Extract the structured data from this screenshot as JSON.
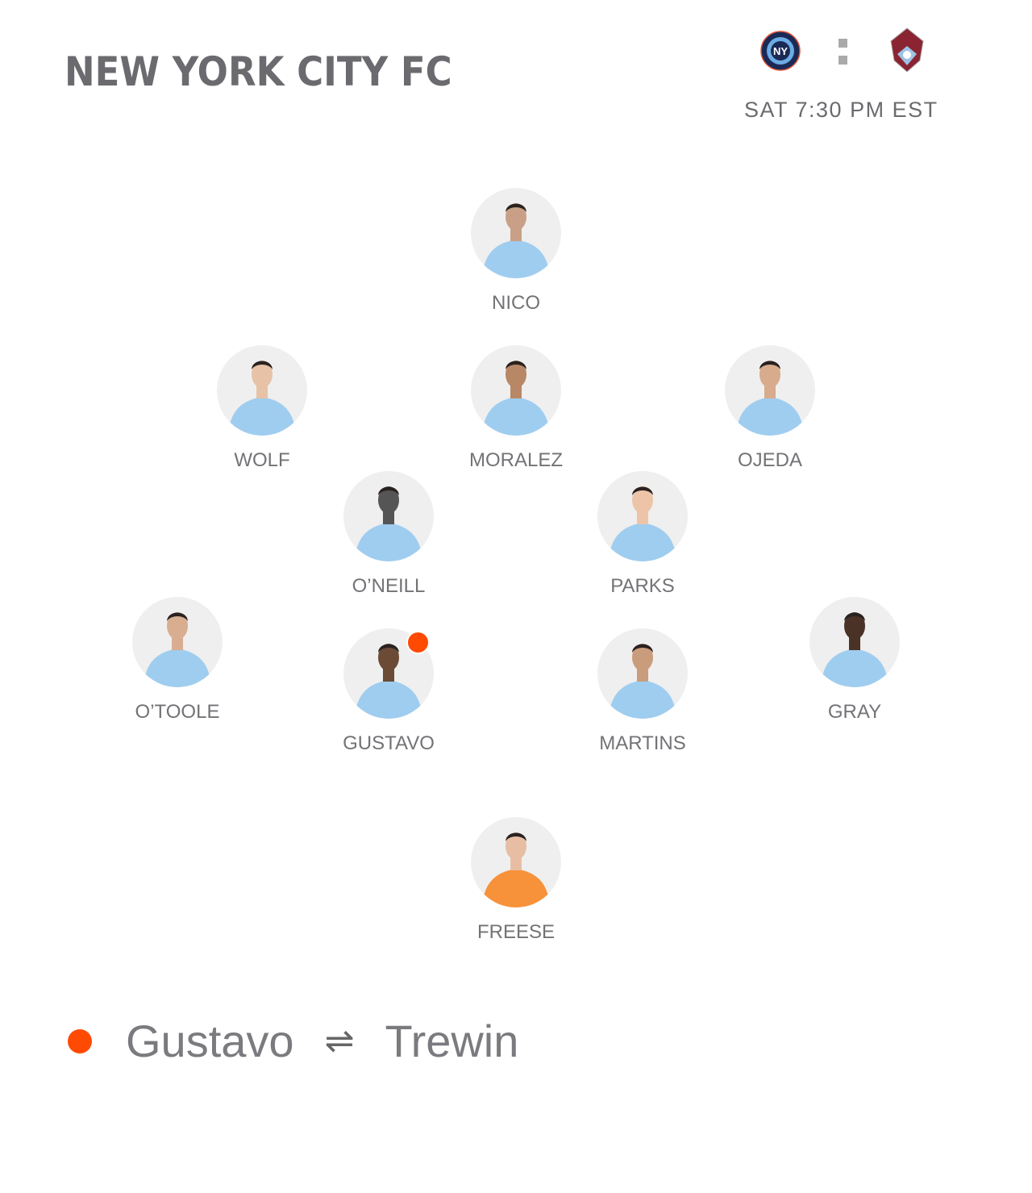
{
  "header": {
    "team": "NEW YORK CITY FC",
    "home_logo": "NYCFC crest",
    "away_logo": "Colorado Rapids crest",
    "separator": ":",
    "kickoff": "SAT 7:30 PM EST"
  },
  "players": [
    {
      "name": "NICO",
      "kit": "home"
    },
    {
      "name": "WOLF",
      "kit": "home"
    },
    {
      "name": "MORALEZ",
      "kit": "home"
    },
    {
      "name": "OJEDA",
      "kit": "home"
    },
    {
      "name": "O’NEILL",
      "kit": "home"
    },
    {
      "name": "PARKS",
      "kit": "home"
    },
    {
      "name": "O’TOOLE",
      "kit": "home"
    },
    {
      "name": "GUSTAVO",
      "kit": "home",
      "substituted": true
    },
    {
      "name": "MARTINS",
      "kit": "home"
    },
    {
      "name": "GRAY",
      "kit": "home"
    },
    {
      "name": "FREESE",
      "kit": "keeper"
    }
  ],
  "substitution": {
    "out": "Gustavo",
    "in": "Trewin",
    "icon": "swap-arrows-icon"
  },
  "colors": {
    "sub": "#fe4a03",
    "home_kit": "#9fcdef",
    "keeper_kit": "#f7923a",
    "text": "#737377"
  }
}
